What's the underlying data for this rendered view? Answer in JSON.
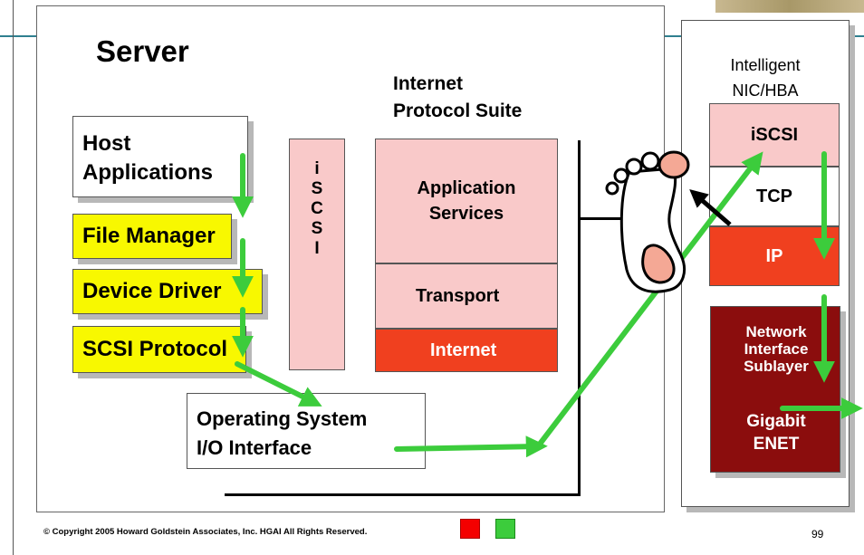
{
  "server": {
    "title": "Server"
  },
  "stack": {
    "host_apps": [
      "Host",
      "Applications"
    ],
    "file_manager": "File Manager",
    "device_driver": "Device Driver",
    "scsi_protocol": "SCSI Protocol"
  },
  "iscsi_column": [
    "i",
    "S",
    "C",
    "S",
    "I"
  ],
  "ip_suite": {
    "title": [
      "Internet",
      "Protocol Suite"
    ],
    "app_services": [
      "Application",
      "Services"
    ],
    "transport": "Transport",
    "internet": "Internet"
  },
  "os": {
    "lines": [
      "Operating System",
      "I/O Interface"
    ]
  },
  "nic": {
    "title": [
      "Intelligent",
      "NIC/HBA"
    ],
    "iscsi": "iSCSI",
    "tcp": "TCP",
    "ip": "IP",
    "net_sublayer": [
      "Network",
      "Interface",
      "Sublayer"
    ],
    "gigabit": [
      "Gigabit",
      "ENET"
    ]
  },
  "footer": {
    "copyright": "© Copyright 2005 Howard Goldstein Associates, Inc. HGAI All Rights Reserved.",
    "page_number": "99"
  },
  "colors": {
    "pink": "#f9c9c9",
    "orange_red": "#f0401f",
    "dark_red": "#8b0d0d",
    "yellow": "#f8f800",
    "green_arrow": "#3ccc3c",
    "teal_rule": "#2f7f8f"
  }
}
